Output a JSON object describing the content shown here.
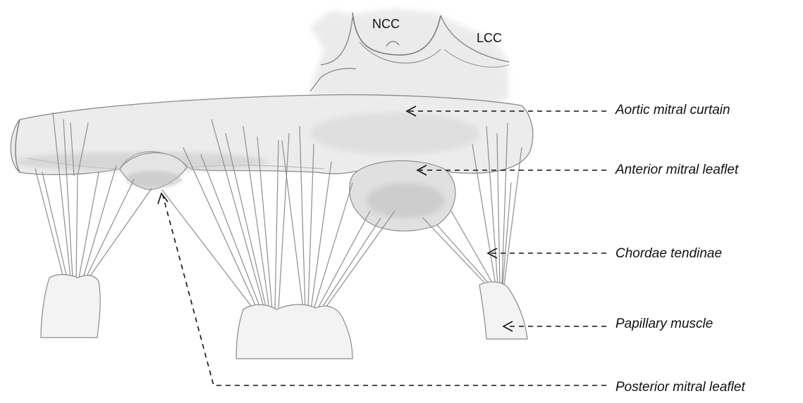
{
  "cusps": {
    "ncc": "NCC",
    "lcc": "LCC"
  },
  "labels": {
    "aortic_mitral_curtain": "Aortic mitral curtain",
    "anterior_mitral_leaflet": "Anterior mitral leaflet",
    "chordae_tendinae": "Chordae tendinae",
    "papillary_muscle": "Papillary muscle",
    "posterior_mitral_leaflet": "Posterior mitral leaflet"
  },
  "colors": {
    "pencil": "#8f8f8f",
    "pencil_dark": "#6b6b6b",
    "shade": "#d9d9d9",
    "arrow": "#111111"
  }
}
